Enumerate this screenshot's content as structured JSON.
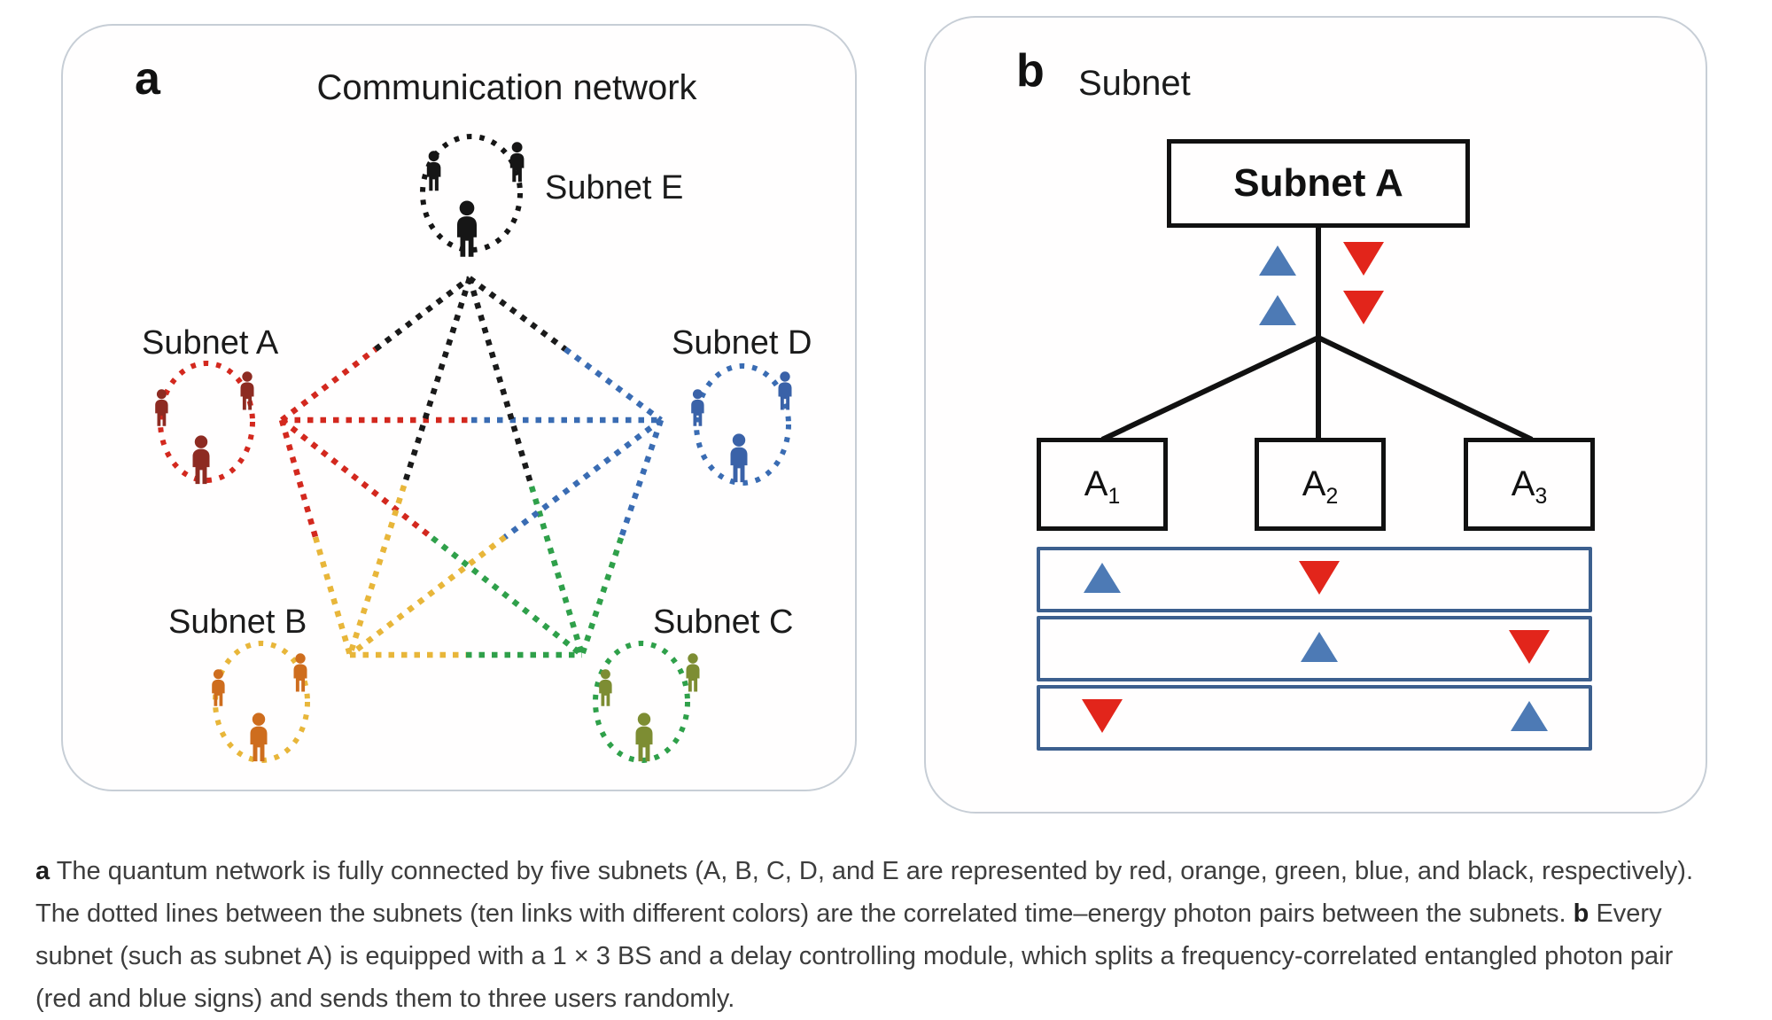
{
  "panel_a": {
    "label": "a",
    "title": "Communication network",
    "members_per_subnet": 3,
    "subnets": [
      {
        "id": "A",
        "name": "Subnet A",
        "color_name": "red",
        "edge_color": "#d3281e",
        "person_color": "#8d2b22"
      },
      {
        "id": "B",
        "name": "Subnet B",
        "color_name": "orange",
        "edge_color": "#e8b63a",
        "person_color": "#ce6d1e"
      },
      {
        "id": "C",
        "name": "Subnet C",
        "color_name": "green",
        "edge_color": "#2fa04a",
        "person_color": "#7d8d33"
      },
      {
        "id": "D",
        "name": "Subnet D",
        "color_name": "blue",
        "edge_color": "#3a6cb3",
        "person_color": "#3a62a8"
      },
      {
        "id": "E",
        "name": "Subnet E",
        "color_name": "black",
        "edge_color": "#1a1a1a",
        "person_color": "#161616"
      }
    ],
    "links": [
      [
        "A",
        "E"
      ],
      [
        "A",
        "D"
      ],
      [
        "A",
        "B"
      ],
      [
        "A",
        "C"
      ],
      [
        "E",
        "D"
      ],
      [
        "E",
        "B"
      ],
      [
        "E",
        "C"
      ],
      [
        "D",
        "B"
      ],
      [
        "D",
        "C"
      ],
      [
        "B",
        "C"
      ]
    ],
    "link_count": 10
  },
  "panel_b": {
    "label": "b",
    "title": "Subnet",
    "root_box": "Subnet A",
    "splitter_pairs": {
      "blue_up_count": 2,
      "red_down_count": 2
    },
    "outputs": [
      {
        "base": "A",
        "sub": "1"
      },
      {
        "base": "A",
        "sub": "2"
      },
      {
        "base": "A",
        "sub": "3"
      }
    ],
    "assignment_rows": [
      [
        "blue-up",
        "red-down",
        null
      ],
      [
        null,
        "blue-up",
        "red-down"
      ],
      [
        "red-down",
        null,
        "blue-up"
      ]
    ]
  },
  "caption": {
    "a_label": "a",
    "a_text": "The quantum network is fully connected by five subnets (A, B, C, D, and E are represented by red, orange, green, blue, and black, respectively). The dotted lines between the subnets (ten links with different colors) are the correlated time–energy photon pairs between the subnets.",
    "b_label": "b",
    "b_text": "Every subnet (such as subnet A) is equipped with a 1 × 3 BS and a delay controlling module, which splits a frequency-correlated entangled photon pair (red and blue signs) and sends them to three users randomly."
  },
  "colors": {
    "triangle_blue": "#4d7ab5",
    "triangle_red": "#e2251b",
    "table_border": "#3c5f8e",
    "tree_line": "#111111"
  }
}
